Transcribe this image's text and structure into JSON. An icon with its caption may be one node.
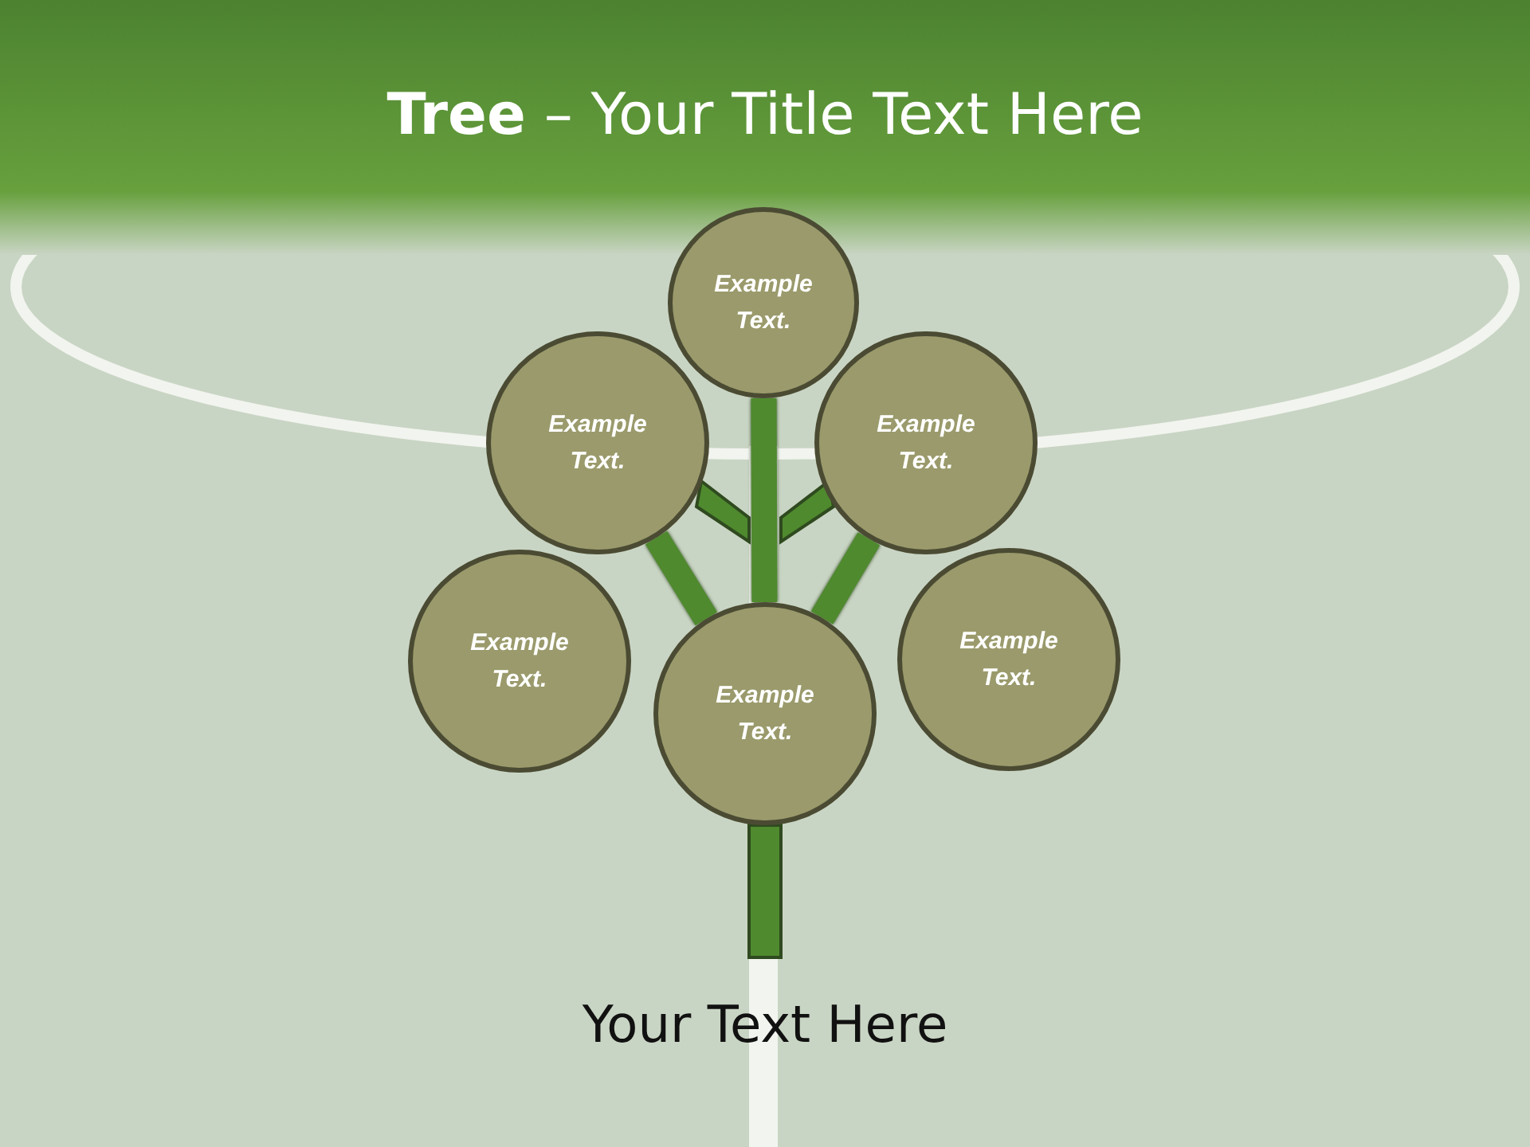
{
  "diagram": {
    "title": "**Tree** – Your Title Text Here",
    "nodes": [
      {
        "text": [
          "Example Text."
        ]
      },
      {
        "text": [
          "Example Text."
        ]
      },
      {
        "text": [
          "Example Text."
        ]
      },
      {
        "text": [
          "Example Text."
        ]
      },
      {
        "text": [
          "Example Text."
        ]
      },
      {
        "text": [
          "Example Text."
        ]
      }
    ],
    "edges": [
      {
        "from": 0,
        "to": 4,
        "arrow": "none"
      },
      {
        "from": 1,
        "to": 4,
        "arrow": "none"
      },
      {
        "from": 2,
        "to": 4,
        "arrow": "none"
      }
    ],
    "labels": [
      "Your Text Here"
    ]
  }
}
